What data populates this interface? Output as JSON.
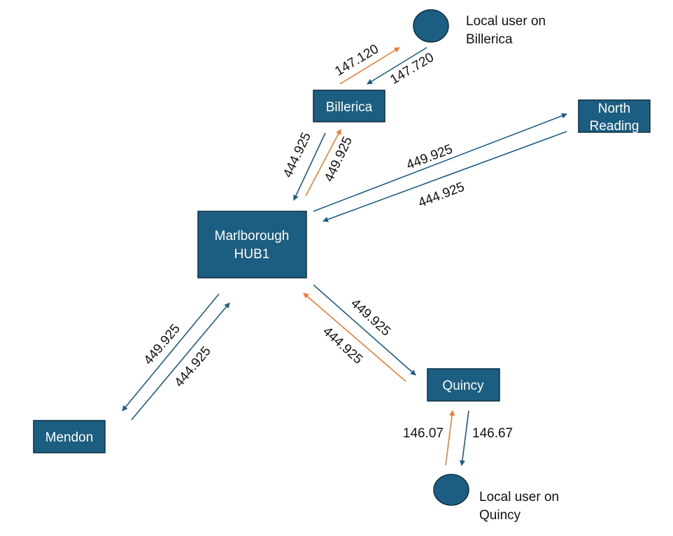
{
  "colors": {
    "node_fill": "#1b5e82",
    "link_blue": "#1b5e82",
    "link_orange": "#ed7d31"
  },
  "nodes": {
    "billerica": {
      "label": "Billerica"
    },
    "north_reading": {
      "label_line1": "North",
      "label_line2": "Reading"
    },
    "marlborough": {
      "label_line1": "Marlborough",
      "label_line2": "HUB1"
    },
    "quincy": {
      "label": "Quincy"
    },
    "mendon": {
      "label": "Mendon"
    },
    "local_user_billerica": {
      "caption_line1": "Local user on",
      "caption_line2": "Billerica"
    },
    "local_user_quincy": {
      "caption_line1": "Local user on",
      "caption_line2": "Quincy"
    }
  },
  "links": {
    "billerica_user_up": {
      "frequency": "147.120",
      "color": "orange"
    },
    "billerica_user_down": {
      "frequency": "147.720",
      "color": "blue"
    },
    "hub_billerica_down": {
      "frequency": "444.925",
      "color": "blue"
    },
    "hub_billerica_up": {
      "frequency": "449.925",
      "color": "orange"
    },
    "hub_north_reading_out": {
      "frequency": "449.925",
      "color": "blue"
    },
    "hub_north_reading_in": {
      "frequency": "444.925",
      "color": "blue"
    },
    "hub_mendon_out": {
      "frequency": "449.925",
      "color": "blue"
    },
    "hub_mendon_in": {
      "frequency": "444.925",
      "color": "blue"
    },
    "hub_quincy_out": {
      "frequency": "449.925",
      "color": "blue"
    },
    "hub_quincy_in": {
      "frequency": "444.925",
      "color": "orange"
    },
    "quincy_user_up": {
      "frequency": "146.07",
      "color": "orange"
    },
    "quincy_user_down": {
      "frequency": "146.67",
      "color": "blue"
    }
  }
}
